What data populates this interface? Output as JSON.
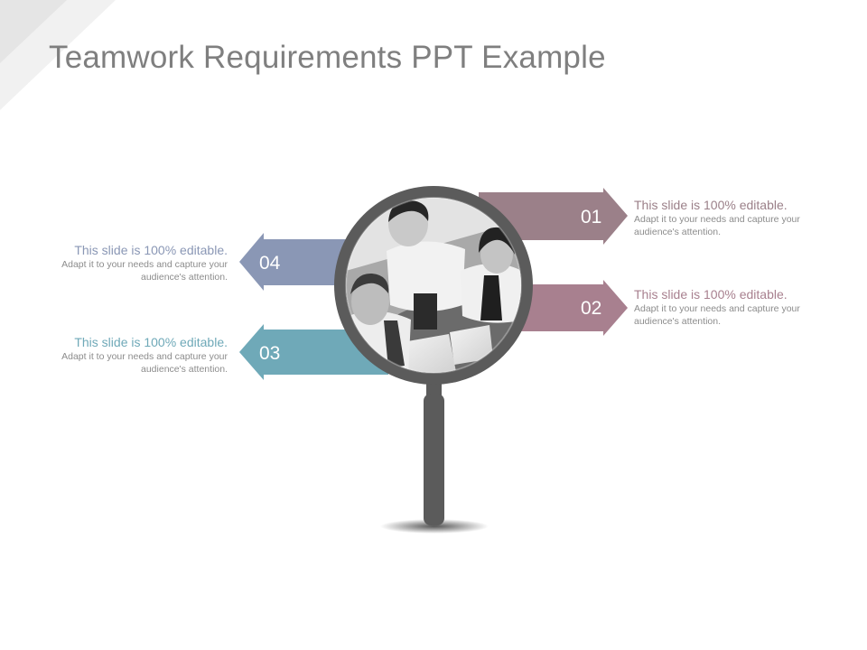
{
  "slide": {
    "title": "Teamwork Requirements PPT Example"
  },
  "colors": {
    "title_text": "#7f7f7f",
    "step_01": "#9b8089",
    "step_02": "#a8808f",
    "step_03": "#6fa9b8",
    "step_04": "#8a97b5",
    "magnifier": "#5b5b5b"
  },
  "steps": [
    {
      "number": "01",
      "heading": "This slide is 100% editable.",
      "body": "Adapt it to your needs and capture your audience's attention."
    },
    {
      "number": "02",
      "heading": "This slide is 100% editable.",
      "body": "Adapt it to your needs and capture your audience's attention."
    },
    {
      "number": "03",
      "heading": "This slide is 100% editable.",
      "body": "Adapt it to your needs and capture your audience's attention."
    },
    {
      "number": "04",
      "heading": "This slide is 100% editable.",
      "body": "Adapt it to your needs and capture your audience's attention."
    }
  ],
  "icons": {
    "magnifier": "magnifying-glass-icon",
    "photo": "team-photo"
  }
}
